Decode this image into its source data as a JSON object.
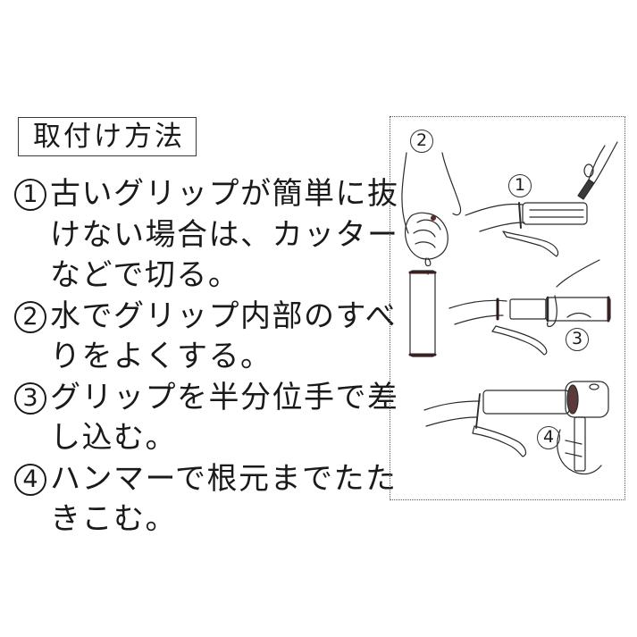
{
  "title": "取付け方法",
  "steps": [
    {
      "number": "1",
      "lines": [
        "古いグリップが簡単に抜",
        "けない場合は、カッター",
        "などで切る。"
      ]
    },
    {
      "number": "2",
      "lines": [
        "水でグリップ内部のすべ",
        "りをよくする。"
      ]
    },
    {
      "number": "3",
      "lines": [
        "グリップを半分位手で差",
        "し込む。"
      ]
    },
    {
      "number": "4",
      "lines": [
        "ハンマーで根元までたた",
        "きこむ。"
      ]
    }
  ],
  "illustration": {
    "figure_labels": [
      "2",
      "1",
      "3",
      "4"
    ],
    "figures": [
      "hand-squeezing-water-icon",
      "cutter-cutting-old-grip-icon",
      "hand-pushing-grip-icon",
      "hammer-tapping-grip-icon"
    ]
  },
  "colors": {
    "ink": "#1a1a1a",
    "background": "#ffffff",
    "frame": "#555555"
  }
}
